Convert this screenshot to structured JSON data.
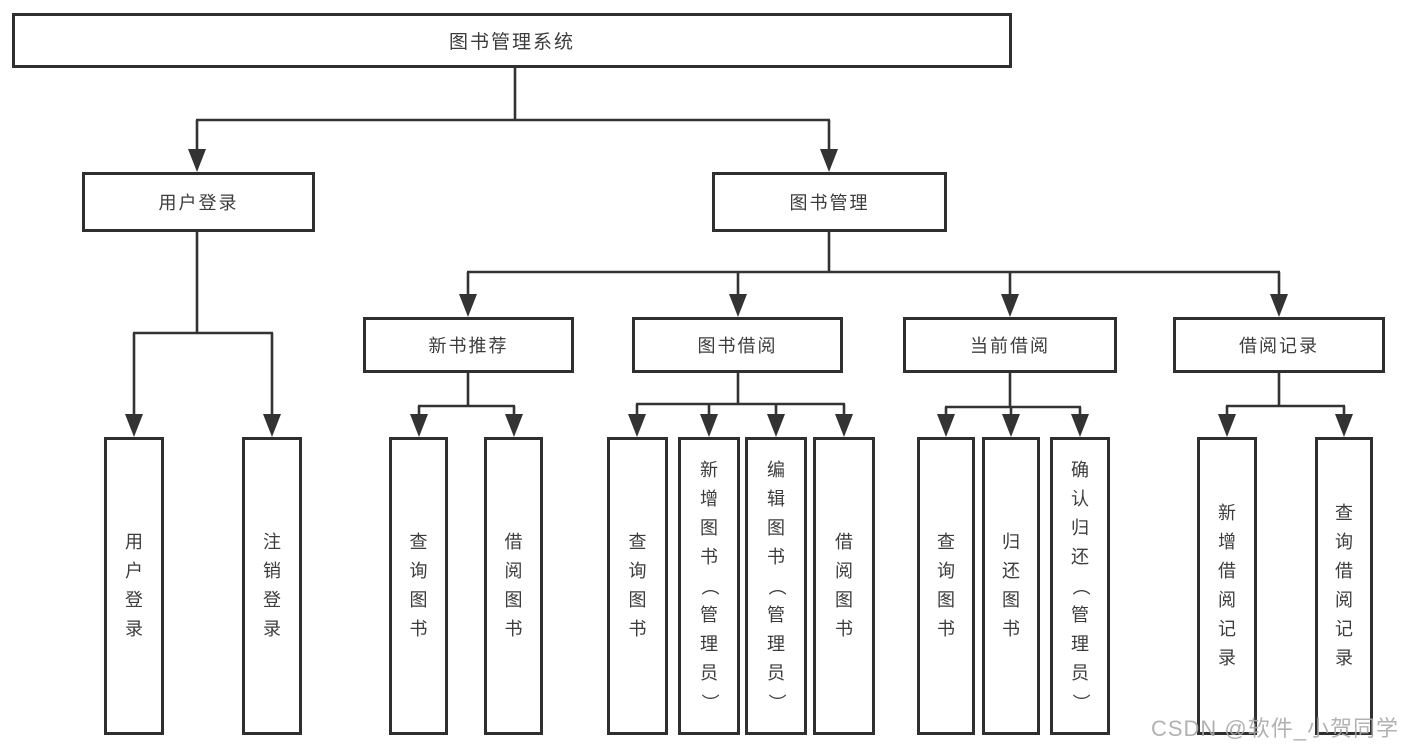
{
  "diagram": {
    "type": "hierarchy-tree",
    "orientation": "top-down",
    "colors": {
      "line": "#333333",
      "border": "#2f2f2f",
      "text": "#3c3c3c",
      "background": "#ffffff",
      "watermark": "#aaaaaa"
    },
    "tree": {
      "label": "图书管理系统",
      "children": [
        {
          "label": "用户登录",
          "children": [
            {
              "label": "用户登录"
            },
            {
              "label": "注销登录"
            }
          ]
        },
        {
          "label": "图书管理",
          "children": [
            {
              "label": "新书推荐",
              "children": [
                {
                  "label": "查询图书"
                },
                {
                  "label": "借阅图书"
                }
              ]
            },
            {
              "label": "图书借阅",
              "children": [
                {
                  "label": "查询图书"
                },
                {
                  "label": "新增图书（管理员）"
                },
                {
                  "label": "编辑图书（管理员）"
                },
                {
                  "label": "借阅图书"
                }
              ]
            },
            {
              "label": "当前借阅",
              "children": [
                {
                  "label": "查询图书"
                },
                {
                  "label": "归还图书"
                },
                {
                  "label": "确认归还（管理员）"
                }
              ]
            },
            {
              "label": "借阅记录",
              "children": [
                {
                  "label": "新增借阅记录"
                },
                {
                  "label": "查询借阅记录"
                }
              ]
            }
          ]
        }
      ]
    }
  },
  "watermark": {
    "text": "CSDN @软件_小贺同学"
  }
}
